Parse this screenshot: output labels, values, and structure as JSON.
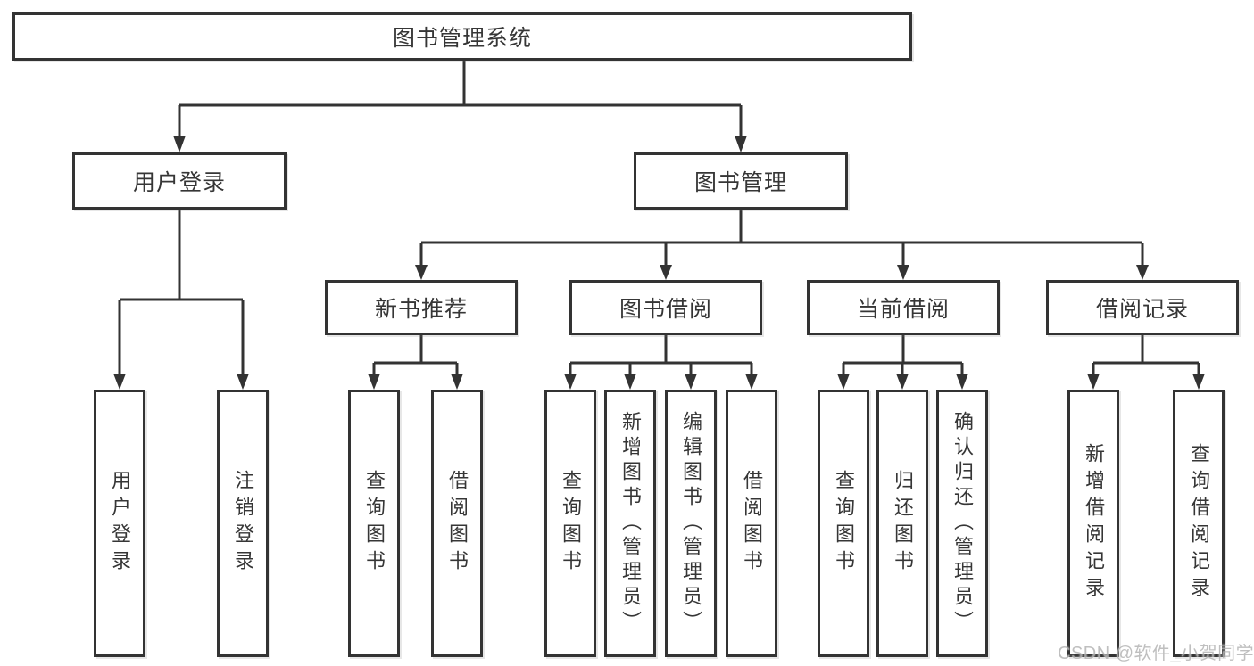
{
  "colors": {
    "background": "#ffffff",
    "line": "#333333",
    "text": "#363636",
    "watermark": "#b5b5b5"
  },
  "root": {
    "label": "图书管理系统"
  },
  "branches": [
    {
      "label": "用户登录",
      "leaves": [
        {
          "label": "用户登录"
        },
        {
          "label": "注销登录"
        }
      ]
    },
    {
      "label": "图书管理",
      "groups": [
        {
          "label": "新书推荐",
          "leaves": [
            {
              "label": "查询图书"
            },
            {
              "label": "借阅图书"
            }
          ]
        },
        {
          "label": "图书借阅",
          "leaves": [
            {
              "label": "查询图书"
            },
            {
              "label": "新增图书（管理员）"
            },
            {
              "label": "编辑图书（管理员）"
            },
            {
              "label": "借阅图书"
            }
          ]
        },
        {
          "label": "当前借阅",
          "leaves": [
            {
              "label": "查询图书"
            },
            {
              "label": "归还图书"
            },
            {
              "label": "确认归还（管理员）"
            }
          ]
        },
        {
          "label": "借阅记录",
          "leaves": [
            {
              "label": "新增借阅记录"
            },
            {
              "label": "查询借阅记录"
            }
          ]
        }
      ]
    }
  ],
  "watermark": {
    "text": "CSDN @软件_小贺同学"
  }
}
